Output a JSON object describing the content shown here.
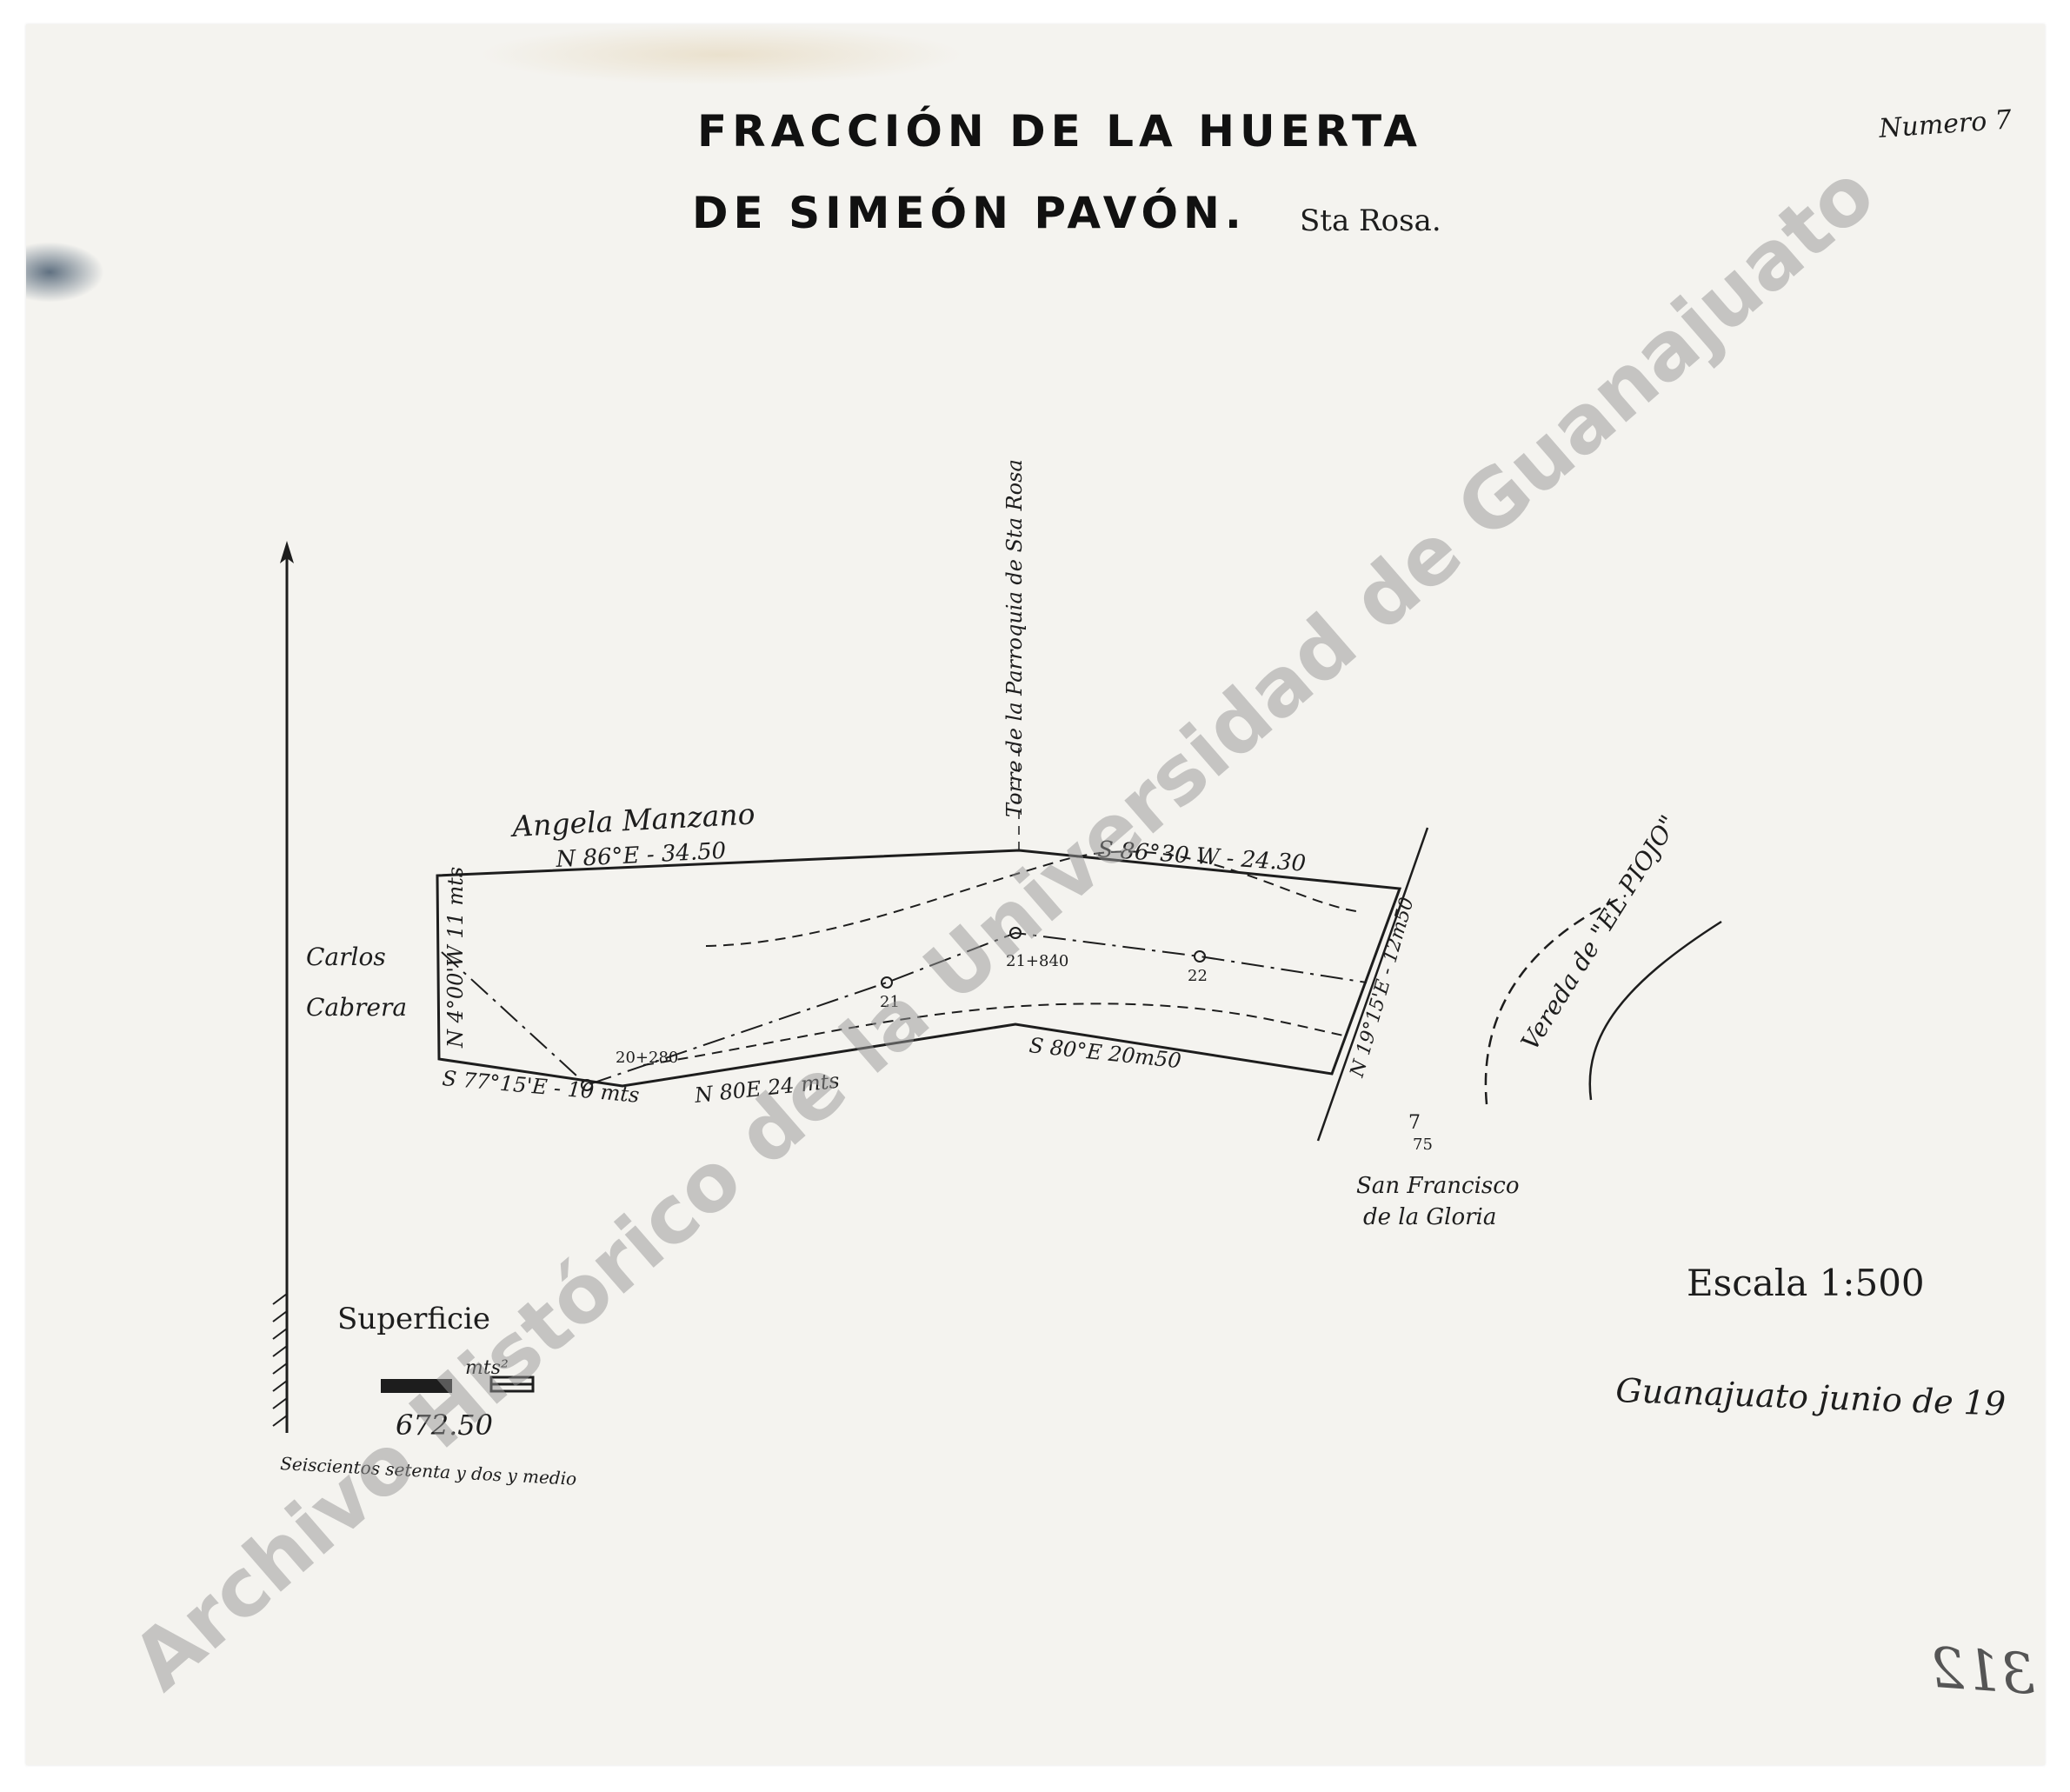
{
  "title": {
    "line1": "FRACCIÓN DE LA HUERTA",
    "line2": "DE SIMEÓN PAVÓN.",
    "line2_suffix": "Sta Rosa."
  },
  "sheet_number": "Numero 7",
  "labels": {
    "north_neighbor": "Angela Manzano",
    "north_bearing_west": "N 86°E - 34.50",
    "north_bearing_east": "S 86°30 W - 24.30",
    "west_neighbor_1": "Carlos",
    "west_neighbor_2": "Cabrera",
    "west_bearing": "N 4°00'W 11 mts",
    "east_bearing": "N 19°15'E - 12m50",
    "south_bearing_1": "S 77°15'E - 10 mts",
    "south_bearing_2": "N 80E 24 mts",
    "south_bearing_3": "S 80°E 20m50",
    "tower_ref": "Torre de la Parroquia de Sta Rosa",
    "station_1": "20+280",
    "station_2": "21+840",
    "point_21": "21",
    "point_22": "22",
    "path_name": "Vereda de \"EL PIOJO\"",
    "mark_7": "7",
    "mark_75": "75",
    "place_1": "San Francisco",
    "place_2": "de la Gloria"
  },
  "area": {
    "heading": "Superficie",
    "unit": "mts²",
    "value": "672.50",
    "in_words": "Seiscientos setenta y dos y medio"
  },
  "scale": "Escala 1:500",
  "place_date": "Guanajuato junio de 19",
  "archive_number": "312",
  "watermark": "Archivo Histórico de la Universidad de Guanajuato",
  "colors": {
    "ink": "#1d1d1d",
    "paper": "#f4f3ef",
    "watermark": "#969696"
  }
}
